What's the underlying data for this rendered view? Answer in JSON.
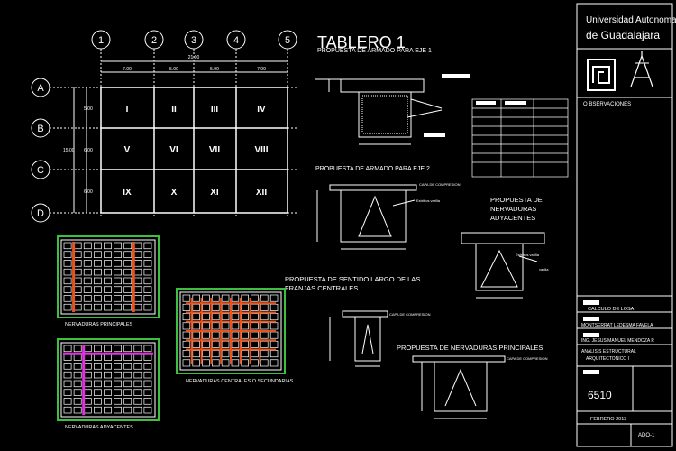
{
  "axes": {
    "columns": [
      "1",
      "2",
      "3",
      "4",
      "5"
    ],
    "rows": [
      "A",
      "B",
      "C",
      "D"
    ]
  },
  "tablero": {
    "title": "TABLERO 1",
    "cells": [
      "I",
      "II",
      "III",
      "IV",
      "V",
      "VI",
      "VII",
      "VIII",
      "IX",
      "X",
      "XI",
      "XII"
    ],
    "dim_total": "21.00",
    "dims_top": [
      "7.00",
      "5.00",
      "5.00",
      "7.00"
    ],
    "dims_left": [
      "5.00",
      "6.00",
      "6.00"
    ],
    "dim_left_total": "15.00"
  },
  "labels": {
    "eje1": "PROPUESTA DE ARMADO PARA EJE 1",
    "eje2": "PROPUESTA DE ARMADO PARA EJE 2",
    "nervaduras_adyacentes": "PROPUESTA DE NERVADURAS ADYACENTES",
    "sentido_largo": "PROPUESTA DE SENTIDO LARGO DE LAS FRANJAS CENTRALES",
    "nervaduras_principales": "PROPUESTA DE NERVADURAS PRINCIPALES",
    "plan_principales": "NERVADURAS PRINCIPALES",
    "plan_adyacentes": "NERVADURAS ADYACENTES",
    "plan_centrales": "NERVADURAS CENTRALES O SECUNDARIAS",
    "capa_compresion": "CAPA DE COMPRESION",
    "estribos": "Estribos varilla",
    "varilla": "varilla"
  },
  "titleblock": {
    "university_line1": "Universidad Autonoma",
    "university_line2": "de Guadalajara",
    "observaciones": "O BSERVACIONES",
    "subject": "CALCULO DE LOSA",
    "student": "MONTSERRAT LEDESMA FAVELA",
    "teacher": "ING. JESUS MANUEL MENDOZA P.",
    "course_line1": "ANALISIS ESTRUCTURAL",
    "course_line2": "ARQUITECTONICO I",
    "code": "6510",
    "date": "FEBRERO 2013",
    "sheet": "ADO-1"
  },
  "colors": {
    "background": "#000000",
    "line": "#ffffff",
    "green": "#3fbf3f",
    "red": "#e8541e",
    "magenta": "#e030e0",
    "grey": "#8a8a8a"
  }
}
